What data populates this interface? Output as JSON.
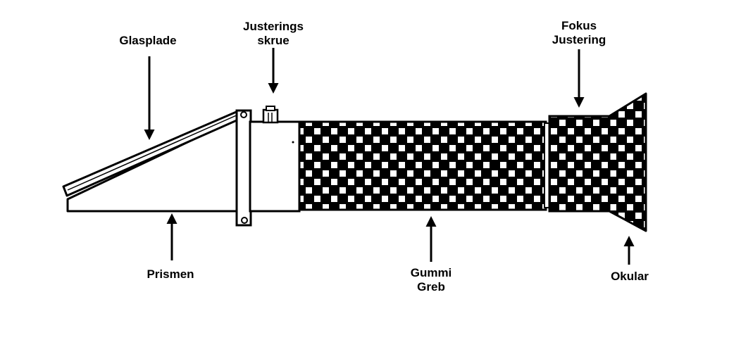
{
  "colors": {
    "ink": "#000000",
    "paper": "#ffffff"
  },
  "labels": {
    "glasplade": "Glasplade",
    "justerings_line1": "Justerings",
    "justerings_line2": "skrue",
    "fokus_line1": "Fokus",
    "fokus_line2": "Justering",
    "prismen": "Prismen",
    "gummi_line1": "Gummi",
    "gummi_line2": "Greb",
    "okular": "Okular"
  }
}
